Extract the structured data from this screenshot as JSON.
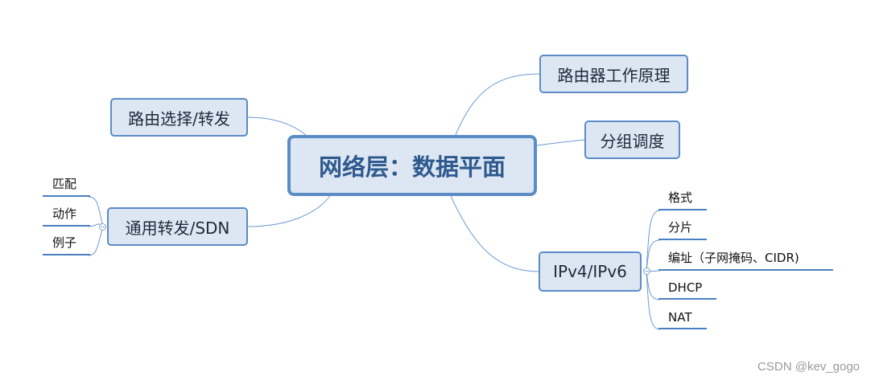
{
  "central": {
    "label": "网络层：数据平面"
  },
  "branches": {
    "router_principle": {
      "label": "路由器工作原理"
    },
    "scheduling": {
      "label": "分组调度"
    },
    "ipv4_ipv6": {
      "label": "IPv4/IPv6",
      "children": [
        "格式",
        "分片",
        "编址（子网掩码、CIDR)",
        "DHCP",
        "NAT"
      ]
    },
    "route_select": {
      "label": "路由选择/转发"
    },
    "generic_forward": {
      "label": "通用转发/SDN",
      "children": [
        "匹配",
        "动作",
        "例子"
      ]
    }
  },
  "collapse_symbol": "−",
  "watermark": "CSDN @kev_gogo",
  "colors": {
    "node_fill": "#dde6f3",
    "node_border": "#5b8cc6",
    "connector": "#6f9ad0",
    "central_text": "#2f5a8e"
  }
}
